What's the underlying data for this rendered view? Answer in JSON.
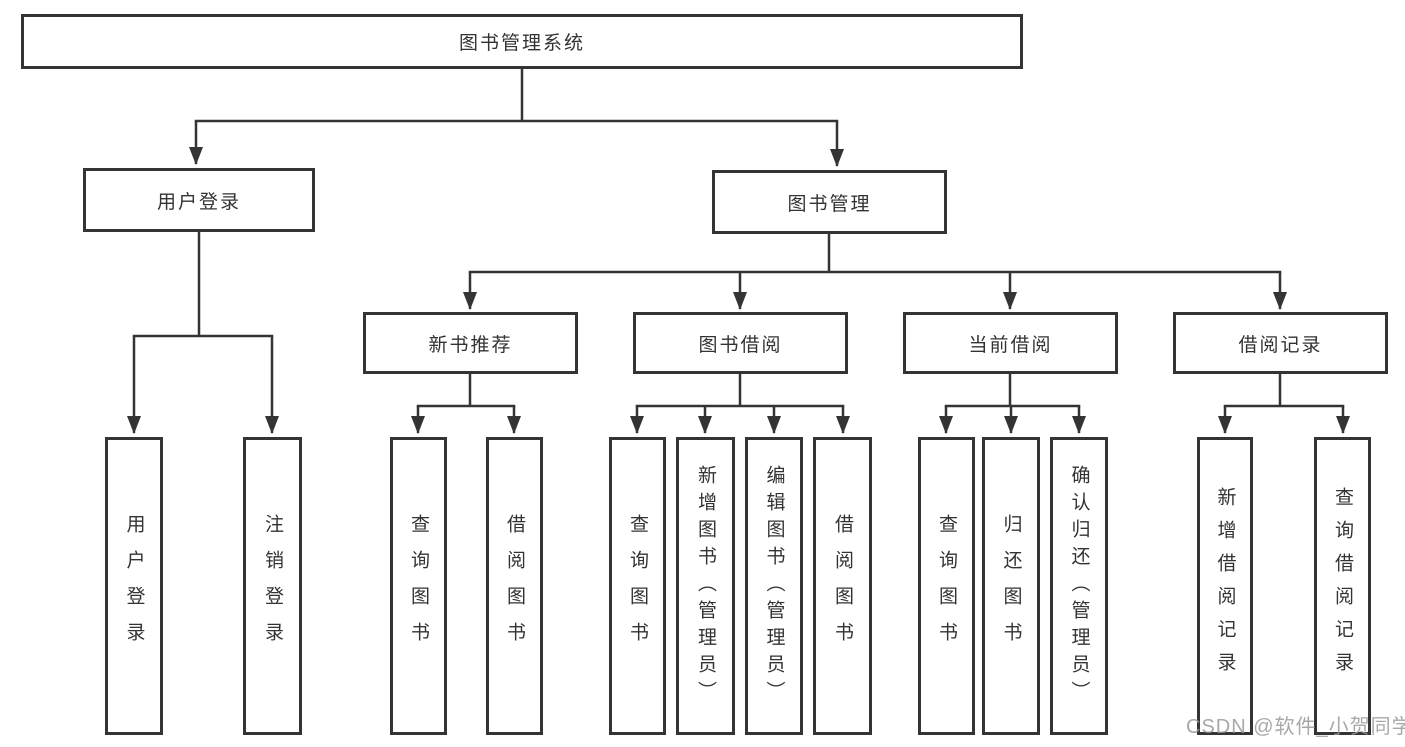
{
  "labels": {
    "root": "图书管理系统",
    "user_login": "用户登录",
    "book_mgmt": "图书管理",
    "new_books": "新书推荐",
    "book_borrow": "图书借阅",
    "current_borrow": "当前借阅",
    "borrow_records": "借阅记录",
    "leaf_user_login": "用户登录",
    "leaf_logout": "注销登录",
    "nb_query": "查询图书",
    "nb_borrow": "借阅图书",
    "bb_query": "查询图书",
    "bb_add": "新增图书（管理员）",
    "bb_edit": "编辑图书（管理员）",
    "bb_borrow": "借阅图书",
    "cb_query": "查询图书",
    "cb_return": "归还图书",
    "cb_confirm": "确认归还（管理员）",
    "br_add": "新增借阅记录",
    "br_query": "查询借阅记录"
  },
  "hierarchy": {
    "图书管理系统": {
      "用户登录": [
        "用户登录",
        "注销登录"
      ],
      "图书管理": {
        "新书推荐": [
          "查询图书",
          "借阅图书"
        ],
        "图书借阅": [
          "查询图书",
          "新增图书（管理员）",
          "编辑图书（管理员）",
          "借阅图书"
        ],
        "当前借阅": [
          "查询图书",
          "归还图书",
          "确认归还（管理员）"
        ],
        "借阅记录": [
          "新增借阅记录",
          "查询借阅记录"
        ]
      }
    }
  },
  "watermark": "CSDN @软件_小贺同学",
  "colors": {
    "line": "#343434",
    "border": "#343434",
    "text": "#333333",
    "watermark": "#999999",
    "background": "#ffffff"
  }
}
